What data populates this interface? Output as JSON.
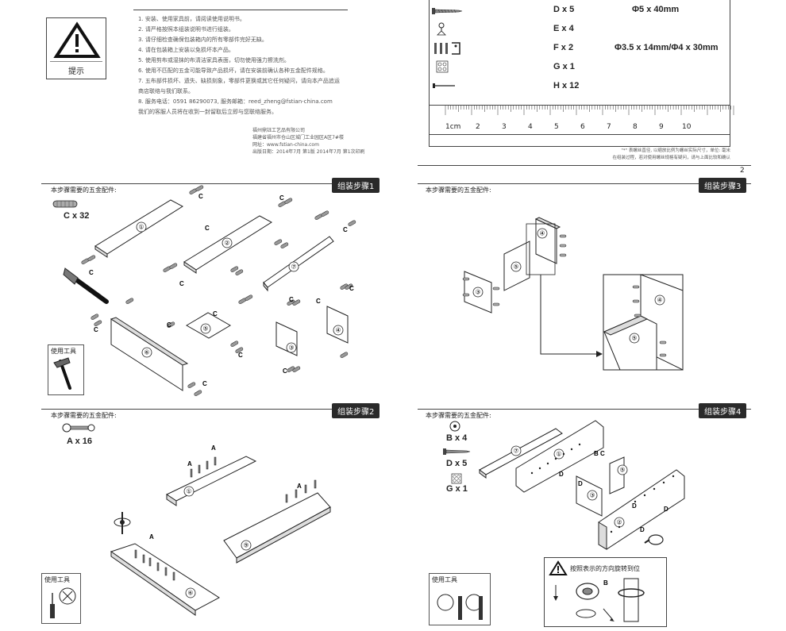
{
  "warning": {
    "label": "提示",
    "notes": [
      "1. 安装、使用家具前，请阅读使用说明书。",
      "2. 请严格按照本组装说明书进行组装。",
      "3. 请仔细检查确保包装箱内的所有零部件完好无缺。",
      "4. 请在包装箱上安装以免损坏本产品。",
      "5. 使用剪布或湿抹的布清洁家具表面，切勿使用强力擦洗剂。",
      "6. 使用不匹配的五金可能导致产品损坏，请在安装前确认各种五金配件规格。",
      "7. 五布部件损坏、遗失、缺损刻象，零部件更换或其它任何疑问，请向本产品追运",
      "   商店联络与我们联系。",
      "8. 服务电话：0591 86290073, 服务邮箱：reed_zheng@fstian-china.com",
      "   我们的客服人员将在收到一封留取后立即与您联络服务。"
    ],
    "company": [
      "福州鼎钰工艺品有限公司",
      "福建省福州市仓山区城门工业园区A区7#楼",
      "网址：www.fstian-china.com",
      "出版日期：2014年7月 第1版 2014年7月 第1次印刷"
    ]
  },
  "hardware_list": [
    {
      "name": "D x 5",
      "spec": "Φ5 x 40mm",
      "icon": "screw-icon"
    },
    {
      "name": "E x 4",
      "spec": "",
      "icon": "hook-icon"
    },
    {
      "name": "F x 2",
      "spec": "Φ3.5 x 14mm/Φ4 x 30mm",
      "icon": "bracket-icon"
    },
    {
      "name": "G x 1",
      "spec": "",
      "icon": "sticker-icon"
    },
    {
      "name": "H x 12",
      "spec": "",
      "icon": "nail-icon"
    }
  ],
  "ruler": {
    "unit_label": "1cm",
    "ticks": [
      "2",
      "3",
      "4",
      "5",
      "6",
      "7",
      "8",
      "9",
      "10"
    ]
  },
  "ruler_note": [
    "\"*\" 表螺丝直径, 以缩放比例为螺丝实际尺寸，单位: 毫米",
    "在组装过程，若对使用螺丝规格有疑问，请与上面比较和确认"
  ],
  "page_number": "2",
  "steps": [
    {
      "tab": "组装步骤1",
      "heading": "本步骤需要的五金配件:",
      "hardware": "C x 32",
      "tool_title": "使用工具",
      "part_labels": [
        "①",
        "②",
        "⑦",
        "⑤",
        "⑥",
        "③",
        "④"
      ],
      "letter": "C"
    },
    {
      "tab": "组装步骤2",
      "heading": "本步骤需要的五金配件:",
      "hardware": "A x 16",
      "tool_title": "使用工具",
      "part_labels": [
        "①",
        "⑨",
        "⑥"
      ],
      "letter": "A"
    },
    {
      "tab": "组装步骤3",
      "heading": "本步骤需要的五金配件:",
      "part_labels": [
        "④",
        "⑤",
        "③",
        "④",
        "⑤"
      ]
    },
    {
      "tab": "组装步骤4",
      "heading": "本步骤需要的五金配件:",
      "hardware": [
        "B x 4",
        "D x 5",
        "G x 1"
      ],
      "tool_title": "使用工具",
      "part_labels": [
        "⑦",
        "①",
        "⑤",
        "③",
        "②"
      ],
      "letters": [
        "B",
        "D",
        "C"
      ],
      "cam_note": "按照表示的方向旋转到位"
    }
  ]
}
